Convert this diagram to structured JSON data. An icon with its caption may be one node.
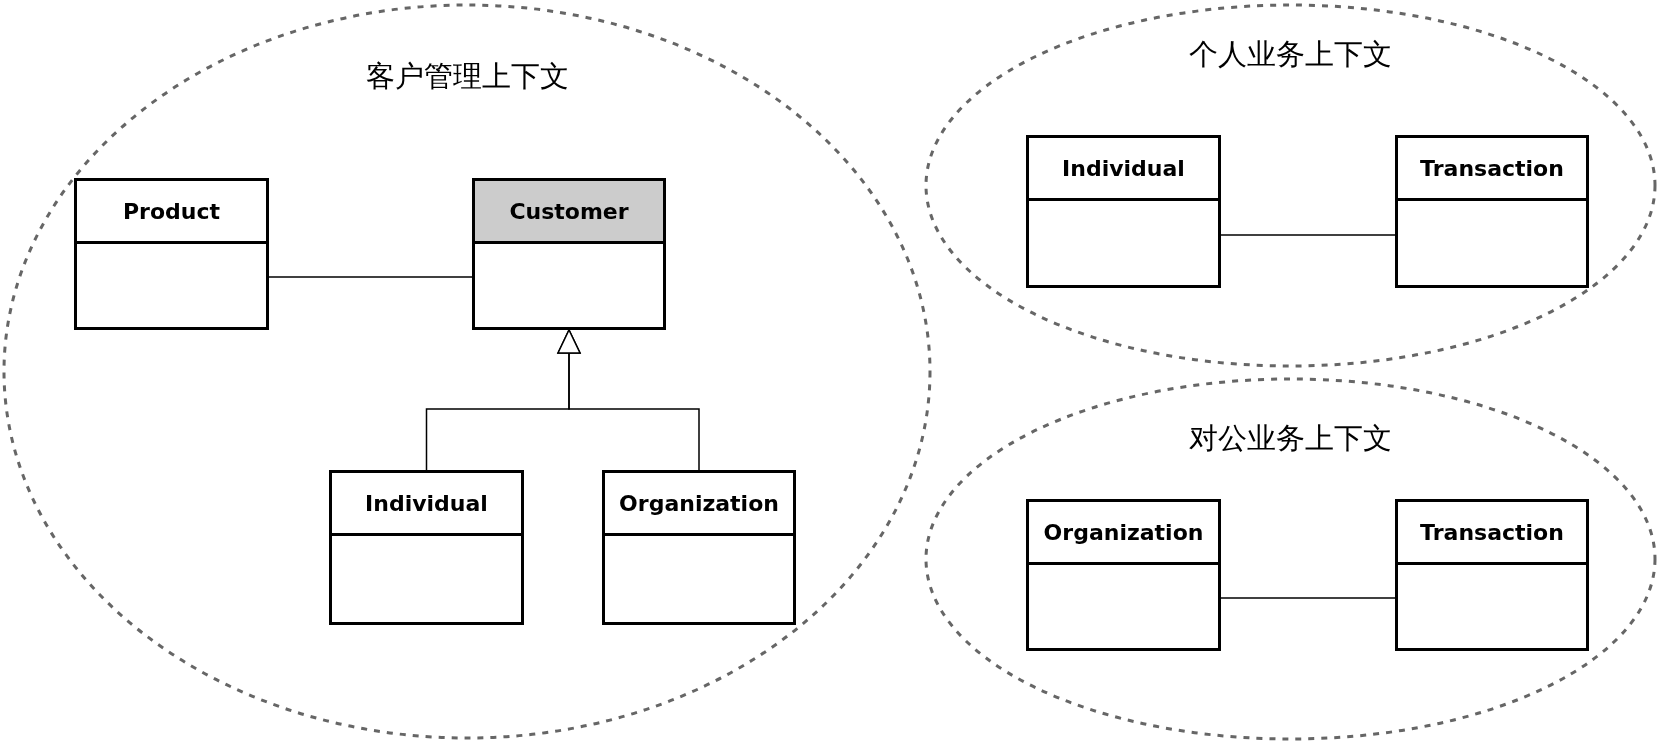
{
  "diagram": {
    "nodes": [
      {
        "text": [
          "客户管理上下文"
        ]
      },
      {
        "text": [
          "Product"
        ],
        "in": 0
      },
      {
        "text": [
          "Customer"
        ],
        "in": 0
      },
      {
        "text": [
          "Individual"
        ],
        "in": 0
      },
      {
        "text": [
          "Organization"
        ],
        "in": 0
      },
      {
        "text": [
          "个人业务上下文"
        ]
      },
      {
        "text": [
          "Individual"
        ],
        "in": 5
      },
      {
        "text": [
          "Transaction"
        ],
        "in": 5
      },
      {
        "text": [
          "对公业务上下文"
        ]
      },
      {
        "text": [
          "Organization"
        ],
        "in": 8
      },
      {
        "text": [
          "Transaction"
        ],
        "in": 8
      }
    ],
    "edges": [
      {
        "from": 1,
        "to": 2,
        "arrow": "none"
      },
      {
        "from": 3,
        "to": 2,
        "arrow": "to"
      },
      {
        "from": 4,
        "to": 2,
        "arrow": "to"
      },
      {
        "from": 6,
        "to": 7,
        "arrow": "none"
      },
      {
        "from": 9,
        "to": 10,
        "arrow": "none"
      }
    ]
  }
}
